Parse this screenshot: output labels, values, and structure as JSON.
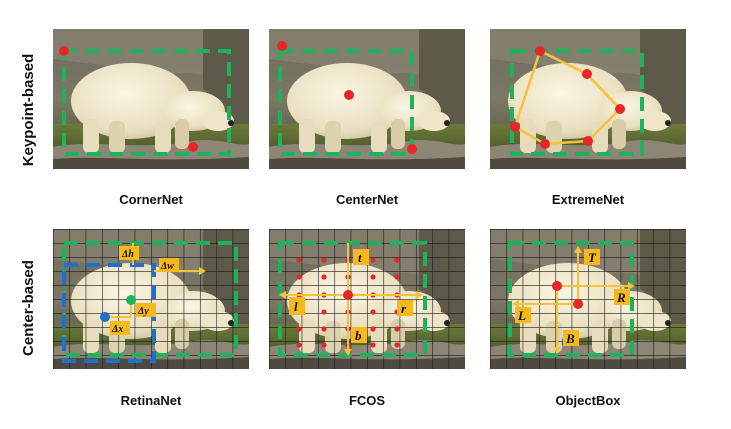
{
  "row_labels": [
    "Keypoint-based",
    "Center-based"
  ],
  "panels": [
    {
      "caption": "CornerNet"
    },
    {
      "caption": "CenterNet"
    },
    {
      "caption": "ExtremeNet"
    },
    {
      "caption": "RetinaNet",
      "labels": {
        "dh": "Δh",
        "dw": "Δw",
        "dy": "Δy",
        "dx": "Δx"
      }
    },
    {
      "caption": "FCOS",
      "labels": {
        "t": "t",
        "l": "l",
        "r": "r",
        "b": "b"
      }
    },
    {
      "caption": "ObjectBox",
      "labels": {
        "T": "T",
        "L": "L",
        "R": "R",
        "B": "B"
      }
    }
  ],
  "colors": {
    "box_green": "#1db35a",
    "box_blue": "#1f6fd1",
    "point_red": "#e8262a",
    "line_yellow": "#f5c33b",
    "label_bg": "#f6b81a",
    "grid": "#1a1a1a"
  }
}
